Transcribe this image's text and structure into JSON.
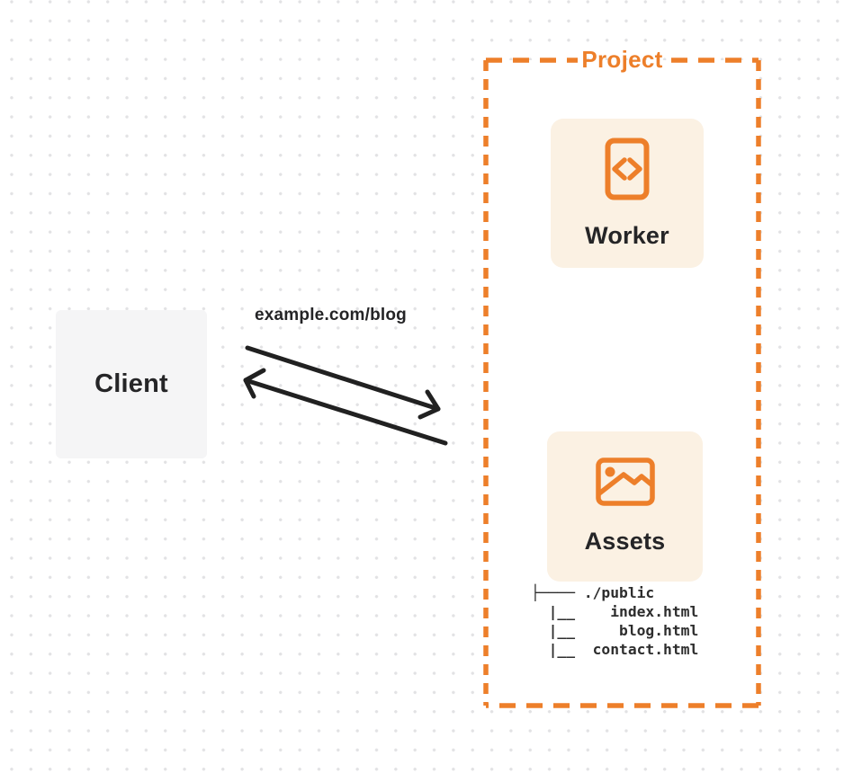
{
  "diagram": {
    "client": {
      "label": "Client"
    },
    "request": {
      "url": "example.com/blog"
    },
    "project": {
      "title": "Project",
      "worker": {
        "label": "Worker",
        "icon": "code-file-icon"
      },
      "assets": {
        "label": "Assets",
        "icon": "image-icon",
        "file_tree_lines": [
          "├──── ./public",
          "  |__    index.html",
          "  |__     blog.html",
          "  |__  contact.html"
        ]
      }
    },
    "colors": {
      "accent_orange": "#ed7f2a",
      "card_cream": "#fbf1e3",
      "client_gray": "#f5f5f6",
      "ink": "#212121",
      "dot_grid": "#e2e2e4"
    }
  }
}
